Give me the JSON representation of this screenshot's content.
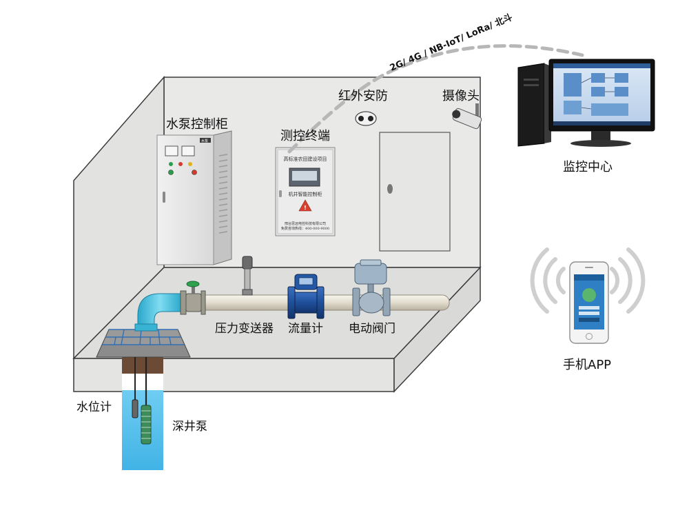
{
  "labels": {
    "pump_cabinet": "水泵控制柜",
    "measure_terminal": "测控终端",
    "infrared": "红外安防",
    "camera": "摄像头",
    "monitor_center": "监控中心",
    "mobile_app": "手机APP",
    "pressure_transmitter": "压力变送器",
    "flow_meter": "流量计",
    "electric_valve": "电动阀门",
    "water_level": "水位计",
    "deep_well_pump": "深井泵"
  },
  "network_text": "2G/ 4G / NB-IoT/ LoRa/ 北斗",
  "terminal_box": {
    "title": "高标准农田建设项目",
    "subtitle": "机井智能控制柜",
    "footer1": "邢台思远电控科技有限公司",
    "footer2": "免费咨询热线：400-000-9000"
  },
  "cabinet_nameplate": "水泵",
  "colors": {
    "room": "#e6e6e5",
    "room_edge": "#3a3a3a",
    "pipe": "#e8e4d8",
    "elbow": "#46c2df",
    "meter_blue": "#1f4f9a",
    "well_water": "#5ec3ee",
    "monitor_blue": "#5a8ec9"
  }
}
